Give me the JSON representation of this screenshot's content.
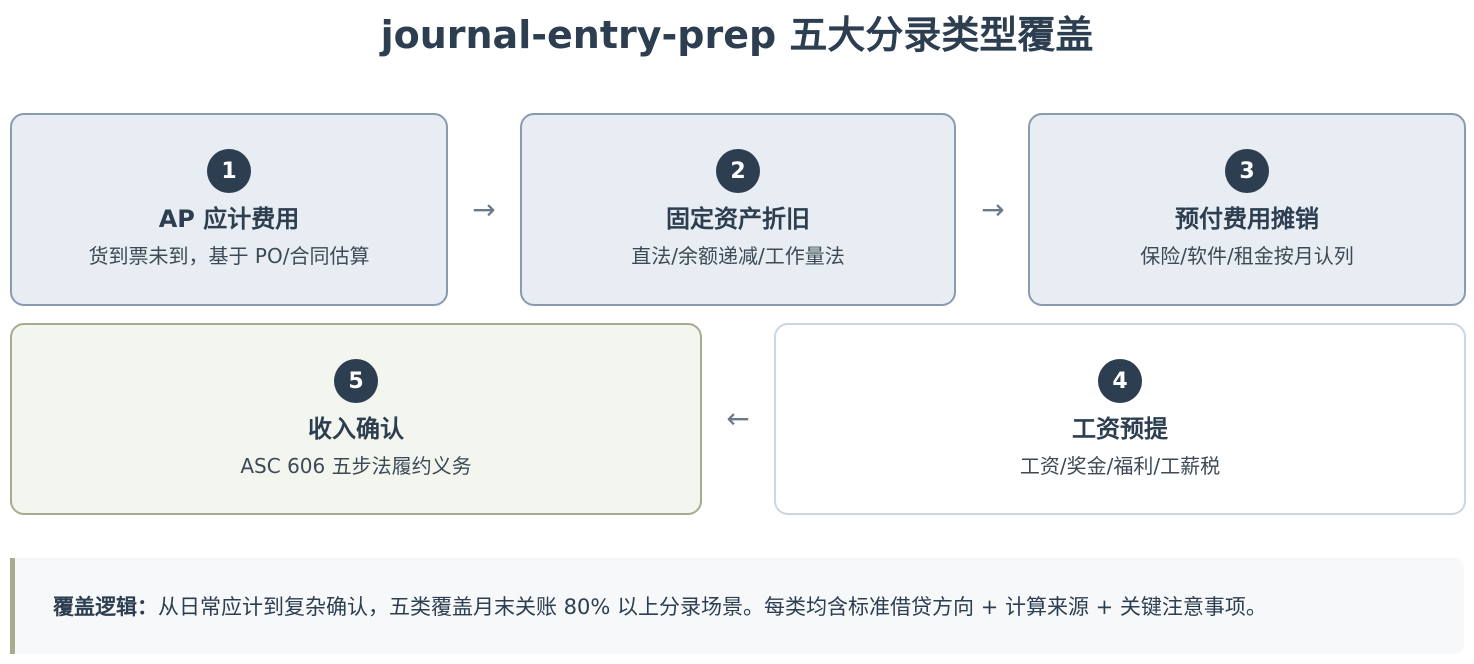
{
  "title": "journal-entry-prep 五大分录类型覆盖",
  "cards": [
    {
      "number": "1",
      "title": "AP 应计费用",
      "desc": "货到票未到，基于 PO/合同估算"
    },
    {
      "number": "2",
      "title": "固定资产折旧",
      "desc": "直法/余额递减/工作量法"
    },
    {
      "number": "3",
      "title": "预付费用摊销",
      "desc": "保险/软件/租金按月认列"
    },
    {
      "number": "4",
      "title": "工资预提",
      "desc": "工资/奖金/福利/工薪税"
    },
    {
      "number": "5",
      "title": "收入确认",
      "desc": "ASC 606 五步法履约义务"
    }
  ],
  "arrows": {
    "right": "→",
    "left": "←"
  },
  "logic": {
    "label": "覆盖逻辑：",
    "text": "从日常应计到复杂确认，五类覆盖月末关账 80% 以上分录场景。每类均含标准借贷方向 + 计算来源 + 关键注意事项。"
  }
}
